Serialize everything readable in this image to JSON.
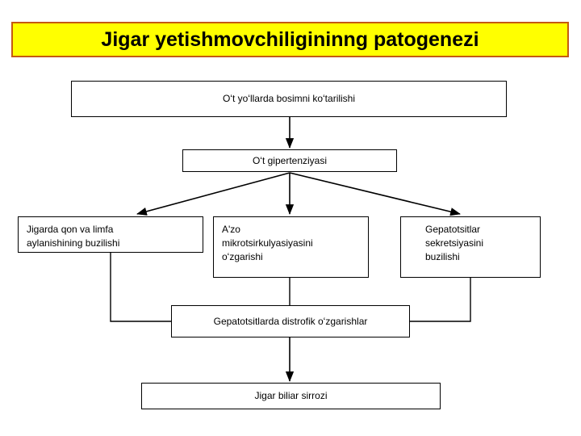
{
  "slide": {
    "background_color": "#FFFFFF",
    "title": {
      "text": "Jigar yetishmovchiligininng patogenezi",
      "background_color": "#FFFF00",
      "border_color": "#C55A11",
      "text_color": "#000000"
    },
    "diagram": {
      "type": "flowchart",
      "box_border_color": "#000000",
      "box_fill_color": "#FFFFFF",
      "connector_color": "#000000",
      "nodes": [
        {
          "id": "bile-pressure",
          "label": "Oʻt yoʻllarda bosimni koʻtarilishi",
          "align": "center",
          "level": 1
        },
        {
          "id": "bile-htn",
          "label": "Oʻt gipertenziyasi",
          "align": "center",
          "level": 2
        },
        {
          "id": "circulation",
          "label": "Jigarda qon va limfa\naylanishining buzilishi",
          "align": "left",
          "level": 3
        },
        {
          "id": "microcirc",
          "label": "A'zo\nmikrotsirkulyasiyasini\noʻzgarishi",
          "align": "left",
          "level": 3
        },
        {
          "id": "secretion",
          "label": "Gepatotsitlar\nsekretsiyasini\nbuzilishi",
          "align": "left",
          "level": 3
        },
        {
          "id": "dystrophy",
          "label": "Gepatotsitlarda distrofik oʻzgarishlar",
          "align": "center",
          "level": 4
        },
        {
          "id": "cirrhosis",
          "label": "Jigar biliar sirrozi",
          "align": "center",
          "level": 5
        }
      ],
      "edges": [
        {
          "from": "bile-pressure",
          "to": "bile-htn",
          "style": "straight-arrow"
        },
        {
          "from": "bile-htn",
          "to": "circulation",
          "style": "diagonal-arrow"
        },
        {
          "from": "bile-htn",
          "to": "microcirc",
          "style": "straight-arrow"
        },
        {
          "from": "bile-htn",
          "to": "secretion",
          "style": "diagonal-arrow"
        },
        {
          "from": "circulation",
          "to": "dystrophy",
          "style": "elbow-line"
        },
        {
          "from": "microcirc",
          "to": "dystrophy",
          "style": "straight-line"
        },
        {
          "from": "secretion",
          "to": "dystrophy",
          "style": "elbow-line"
        },
        {
          "from": "dystrophy",
          "to": "cirrhosis",
          "style": "straight-arrow"
        }
      ]
    }
  }
}
